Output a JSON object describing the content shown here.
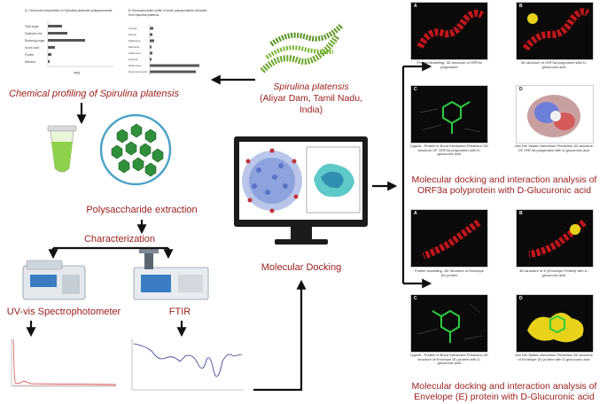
{
  "source": {
    "organism": "Spirulina platensis",
    "location": "(Aliyar Dam, Tamil Nadu, India)"
  },
  "chem_profile": {
    "title": "Chemical profiling of Spirulina platensis",
    "chartA_title": "A. Chemical composition of Spirulina platensis polysaccharide",
    "chartA_labels": [
      "Total sugar",
      "Sulphate ions",
      "Reducing sugar",
      "Uronic acid",
      "Protein",
      "Moisture"
    ],
    "chartA_xlabel": "mg/g",
    "chartB_title": "B. Monosaccharide profile of crude polysaccharide extracted from Spirulina platensis",
    "chartB_labels": [
      "Fucose",
      "Xylose",
      "Galactose",
      "Mannose",
      "Arabinose",
      "Glucose",
      "Rhamnose",
      "Glucuronic acid"
    ]
  },
  "steps": {
    "extraction": "Polysaccharide extraction",
    "characterization": "Characterization",
    "uvvis": "UV-vis Spectrophotometer",
    "ftir": "FTIR",
    "docking": "Molecular Docking"
  },
  "orf3a": {
    "title_line1": "Molecular docking and interaction analysis of",
    "title_line2": "ORF3a polyprotein with D-Glucuronic acid",
    "panels": [
      {
        "letter": "A",
        "caption": "Protein Modelling: 3D structure of ORF3a polyprotein"
      },
      {
        "letter": "B",
        "caption": "3D structure of ORF3a polyprotein with D-glucuronic acid"
      },
      {
        "letter": "C",
        "caption": "Ligand - Protein H-Bond Interaction Prediction 3D structure OF ORF3A polyprotein with D-glucuronic acid"
      },
      {
        "letter": "D",
        "caption": "Van Der Waals Interaction Prediction 3D structure OF ORF3A polyprotein with D-glucuronic acid"
      }
    ]
  },
  "envelope": {
    "title_line1": "Molecular docking and interaction analysis of",
    "title_line2": "Envelope (E) protein with D-Glucuronic acid",
    "panels": [
      {
        "letter": "A",
        "caption": "Protein modelling -3D Structure of Envelope (E) protein"
      },
      {
        "letter": "B",
        "caption": "3D structure of E (Envelope Protein) with D-glucuronic acid"
      },
      {
        "letter": "C",
        "caption": "Ligand - Protein H-Bond Interaction Prediction 3D structure of Envelope (E) protein with D-glucuronic acid"
      },
      {
        "letter": "D",
        "caption": "Van Der Waals Interaction Prediction 3D structure of Envelope (E) protein with D-glucuronic acid"
      }
    ]
  },
  "colors": {
    "title_red": "#9b1c1c",
    "arrow": "#111111",
    "helix_red": "#c0161b",
    "ligand_green": "#2ecc40",
    "vdw_yellow": "#e8d21a"
  }
}
